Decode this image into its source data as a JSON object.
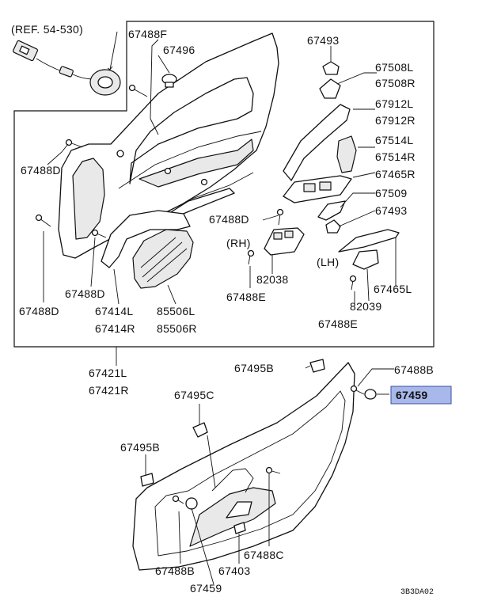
{
  "highlight_color": "#a9b8ea",
  "labels": {
    "ref": "(REF. 54-530)",
    "p67488F": "67488F",
    "p67496": "67496",
    "p67493a": "67493",
    "p67508L": "67508L",
    "p67508R": "67508R",
    "p67912L": "67912L",
    "p67912R": "67912R",
    "p67514L": "67514L",
    "p67514R": "67514R",
    "p67465R": "67465R",
    "p67509": "67509",
    "p67493b": "67493",
    "p67488D_a": "67488D",
    "p67488D_b": "67488D",
    "p67488D_c": "67488D",
    "p67488D_d": "67488D",
    "rh": "(RH)",
    "lh": "(LH)",
    "p82038": "82038",
    "p82039": "82039",
    "p67488E_a": "67488E",
    "p67488E_b": "67488E",
    "p67465L": "67465L",
    "p67414L": "67414L",
    "p67414R": "67414R",
    "p85506L": "85506L",
    "p85506R": "85506R",
    "p67421L": "67421L",
    "p67421R": "67421R",
    "p67495B_a": "67495B",
    "p67495B_b": "67495B",
    "p67495C": "67495C",
    "p67488B_a": "67488B",
    "p67488B_b": "67488B",
    "p67459_hl": "67459",
    "p67459_b": "67459",
    "p67488C": "67488C",
    "p67403": "67403",
    "code": "3B3DA02"
  }
}
